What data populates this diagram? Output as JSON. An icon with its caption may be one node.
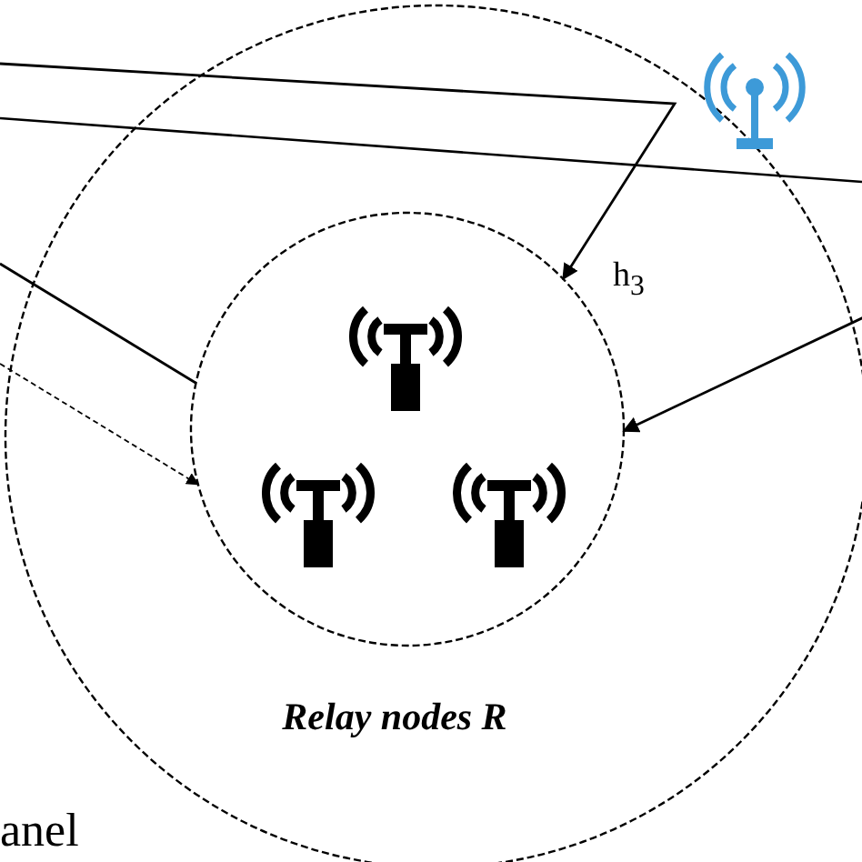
{
  "diagram": {
    "nodes": [
      {
        "text": [
          "Relay nodes R"
        ]
      },
      {
        "text": [],
        "shape": "circle",
        "in": 0
      },
      {
        "text": [],
        "shape": "picture",
        "in": 1
      },
      {
        "text": [],
        "shape": "picture",
        "in": 1
      },
      {
        "text": [],
        "shape": "picture",
        "in": 1
      },
      {
        "text": [],
        "shape": "picture"
      }
    ],
    "edges": [
      {
        "from": null,
        "to": 1,
        "arrow": "to",
        "label": "h$_{3}$"
      },
      {
        "from": null,
        "to": 1,
        "arrow": "to"
      },
      {
        "from": null,
        "to": 1,
        "arrow": "none"
      },
      {
        "from": null,
        "to": 1,
        "arrow": "to",
        "style": "dashed"
      }
    ],
    "labels": [
      "anel"
    ]
  }
}
